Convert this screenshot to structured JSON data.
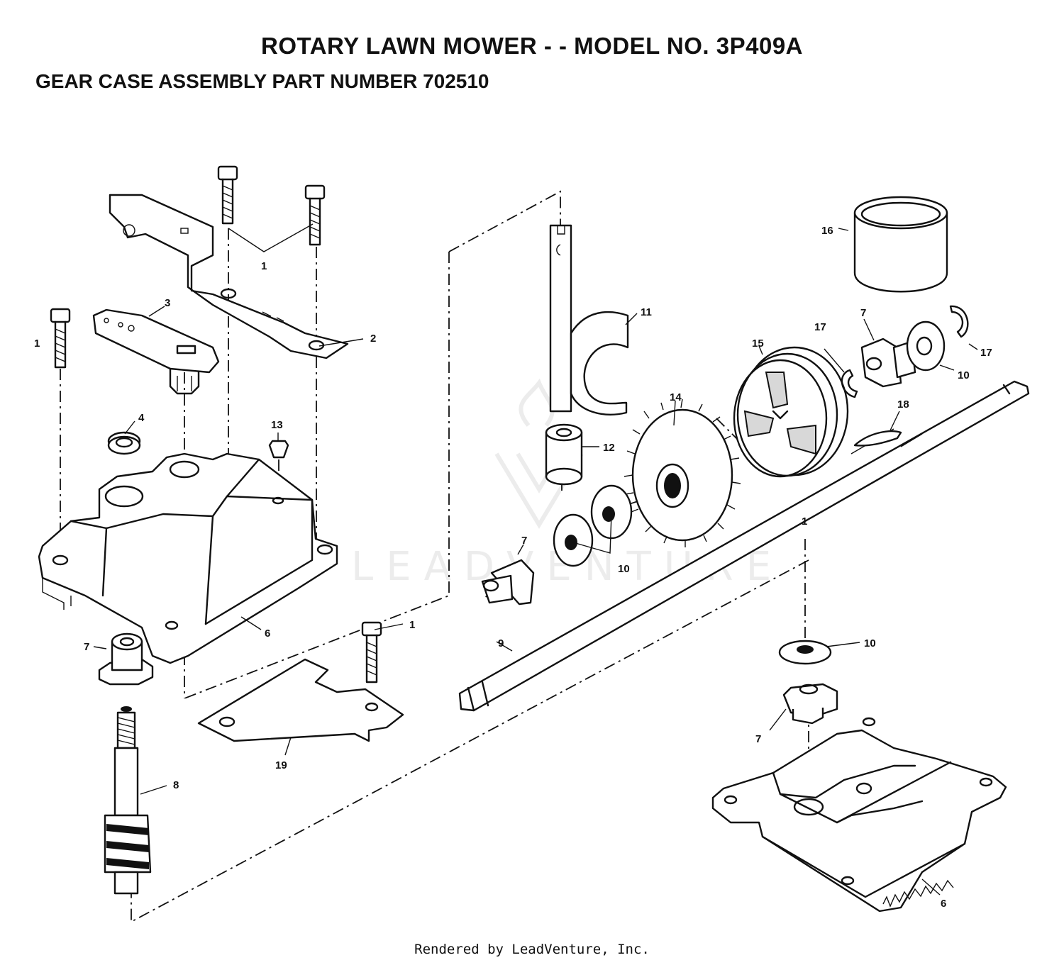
{
  "header": {
    "title": "ROTARY LAWN MOWER - - MODEL NO. 3P409A",
    "subtitle": "GEAR CASE ASSEMBLY PART NUMBER 702510"
  },
  "callouts": [
    {
      "id": "c1a",
      "label": "1"
    },
    {
      "id": "c1b",
      "label": "1"
    },
    {
      "id": "c1c",
      "label": "1"
    },
    {
      "id": "c1d",
      "label": "1"
    },
    {
      "id": "c2",
      "label": "2"
    },
    {
      "id": "c3",
      "label": "3"
    },
    {
      "id": "c4",
      "label": "4"
    },
    {
      "id": "c6a",
      "label": "6"
    },
    {
      "id": "c6b",
      "label": "6"
    },
    {
      "id": "c7a",
      "label": "7"
    },
    {
      "id": "c7b",
      "label": "7"
    },
    {
      "id": "c7c",
      "label": "7"
    },
    {
      "id": "c7d",
      "label": "7"
    },
    {
      "id": "c8",
      "label": "8"
    },
    {
      "id": "c9",
      "label": "9"
    },
    {
      "id": "c10a",
      "label": "10"
    },
    {
      "id": "c10b",
      "label": "10"
    },
    {
      "id": "c10c",
      "label": "10"
    },
    {
      "id": "c11",
      "label": "11"
    },
    {
      "id": "c12",
      "label": "12"
    },
    {
      "id": "c13",
      "label": "13"
    },
    {
      "id": "c14",
      "label": "14"
    },
    {
      "id": "c15",
      "label": "15"
    },
    {
      "id": "c16",
      "label": "16"
    },
    {
      "id": "c17a",
      "label": "17"
    },
    {
      "id": "c17b",
      "label": "17"
    },
    {
      "id": "c18",
      "label": "18"
    },
    {
      "id": "c19",
      "label": "19"
    }
  ],
  "watermark": {
    "text": "LEADVENTURE"
  },
  "footer": {
    "text": "Rendered by LeadVenture, Inc."
  }
}
